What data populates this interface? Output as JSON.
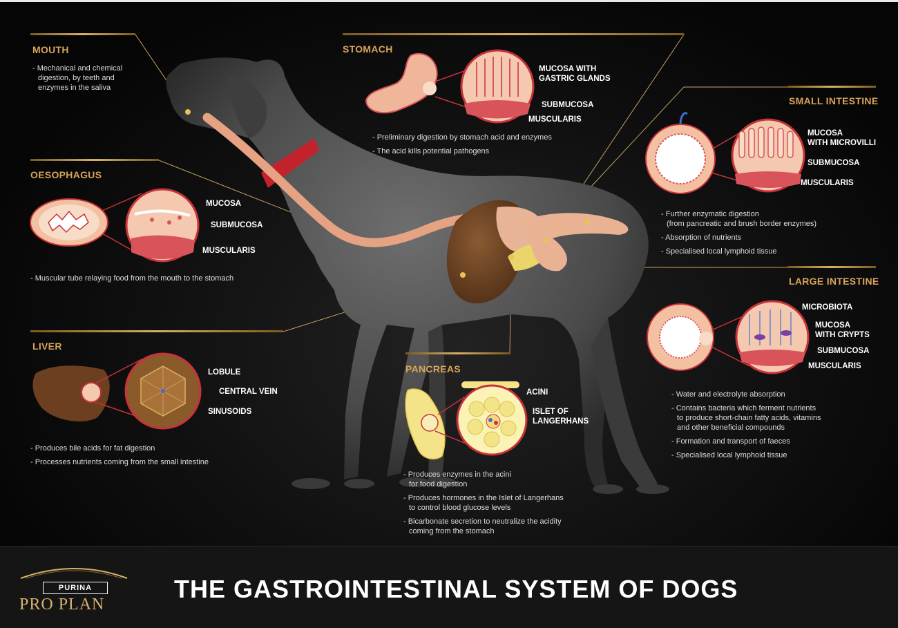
{
  "main_title": "THE GASTROINTESTINAL SYSTEM OF DOGS",
  "brand": {
    "purina": "PURINA",
    "proplan": "PRO PLAN"
  },
  "colors": {
    "gold": "#d9a45a",
    "tissue_red": "#c8323a",
    "tissue_pink": "#f1c4a8",
    "liver": "#6b3f1f",
    "pancreas": "#f3e48a"
  },
  "mouth": {
    "title": "MOUTH",
    "points": [
      "- Mechanical and chemical",
      "digestion, by teeth and",
      "enzymes in the saliva"
    ]
  },
  "oesophagus": {
    "title": "OESOPHAGUS",
    "labels": [
      "MUCOSA",
      "SUBMUCOSA",
      "MUSCULARIS"
    ],
    "points": [
      "- Muscular tube relaying food from the mouth to the stomach"
    ]
  },
  "liver": {
    "title": "LIVER",
    "labels": [
      "LOBULE",
      "CENTRAL VEIN",
      "SINUSOIDS"
    ],
    "points": [
      "- Produces bile acids for fat digestion",
      "- Processes nutrients coming from the small intestine"
    ]
  },
  "stomach": {
    "title": "STOMACH",
    "labels": [
      "MUCOSA WITH",
      "GASTRIC GLANDS",
      "SUBMUCOSA",
      "MUSCULARIS"
    ],
    "points": [
      "- Preliminary digestion by stomach acid and enzymes",
      "- The acid kills potential pathogens"
    ]
  },
  "small_intestine": {
    "title": "SMALL INTESTINE",
    "labels": [
      "MUCOSA",
      "WITH MICROVILLI",
      "SUBMUCOSA",
      "MUSCULARIS"
    ],
    "points": [
      "- Further enzymatic digestion",
      "(from pancreatic and brush border enzymes)",
      "- Absorption of nutrients",
      "- Specialised local lymphoid tissue"
    ]
  },
  "large_intestine": {
    "title": "LARGE INTESTINE",
    "labels": [
      "MICROBIOTA",
      "MUCOSA",
      "WITH CRYPTS",
      "SUBMUCOSA",
      "MUSCULARIS"
    ],
    "points": [
      "- Water and electrolyte absorption",
      "- Contains bacteria which ferment nutrients",
      "to produce short-chain fatty acids, vitamins",
      "and other beneficial compounds",
      "- Formation and transport of faeces",
      "- Specialised local lymphoid tissue"
    ]
  },
  "pancreas": {
    "title": "PANCREAS",
    "labels": [
      "ACINI",
      "ISLET OF",
      "LANGERHANS"
    ],
    "points": [
      "- Produces enzymes in the acini",
      "for food digestion",
      "- Produces hormones in the Islet of Langerhans",
      "to control blood glucose levels",
      "- Bicarbonate secretion to neutralize the acidity",
      "coming from the stomach"
    ]
  }
}
